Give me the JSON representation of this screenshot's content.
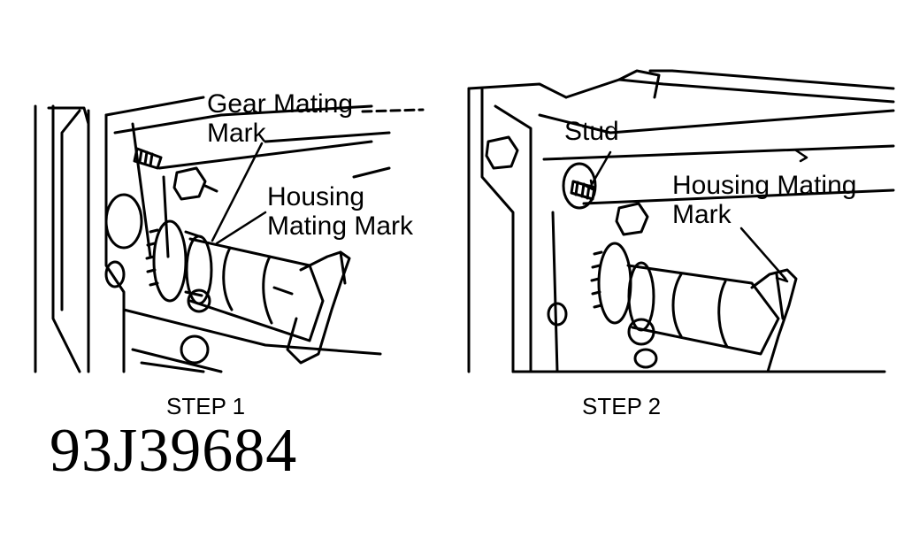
{
  "step1": {
    "caption": "STEP 1",
    "gear_mating_mark_line1": "Gear Mating",
    "gear_mating_mark_line2": "Mark",
    "housing_mating_mark_line1": "Housing",
    "housing_mating_mark_line2": "Mating Mark"
  },
  "step2": {
    "caption": "STEP 2",
    "stud_label": "Stud",
    "housing_mating_mark_line1": "Housing Mating",
    "housing_mating_mark_line2": "Mark"
  },
  "figure_id": "93J39684",
  "colors": {
    "ink": "#000000",
    "paper": "#ffffff"
  }
}
